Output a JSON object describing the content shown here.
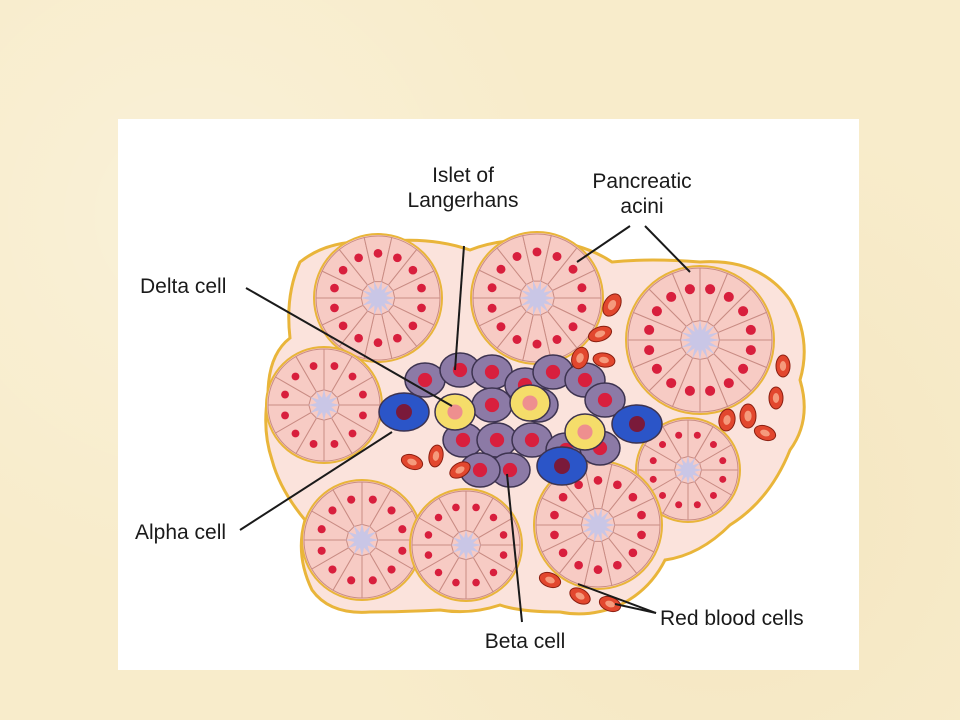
{
  "labels": {
    "islet": [
      "Islet of",
      "Langerhans"
    ],
    "acini": [
      "Pancreatic",
      "acini"
    ],
    "delta": "Delta cell",
    "alpha": "Alpha cell",
    "beta": "Beta cell",
    "rbc": "Red blood cells"
  },
  "colors": {
    "slide_background": "#f8eccb",
    "panel": "#ffffff",
    "tissue_outline": "#e9b53a",
    "acinar_cell": "#f7cbc4",
    "acinar_border": "#c98c84",
    "acinar_lumen": "#c9c6e6",
    "nucleus": "#d81f3d",
    "beta_cell": "#8c7aa6",
    "alpha_cell": "#2b55c8",
    "delta_cell": "#f5dd6a",
    "red_blood_cell": "#e2472e"
  }
}
